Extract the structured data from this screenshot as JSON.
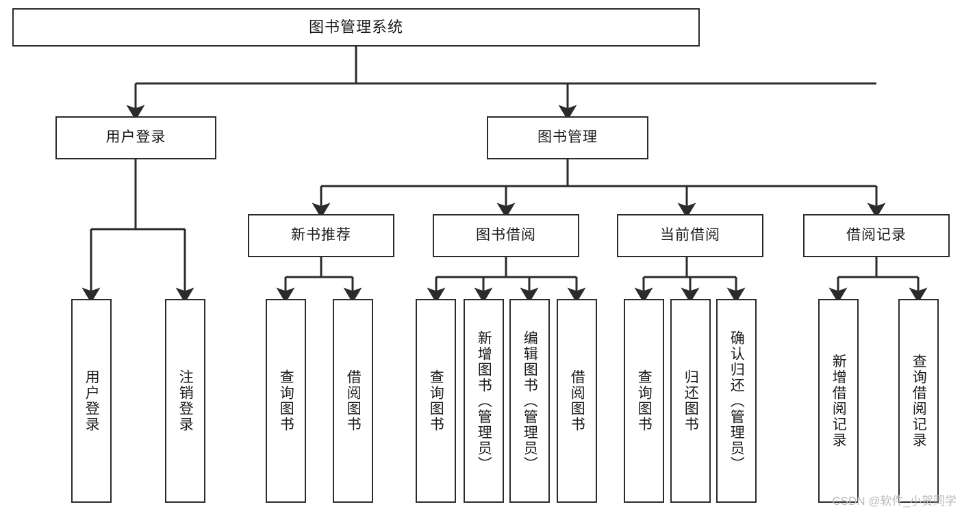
{
  "diagram": {
    "title": "图书管理系统",
    "type": "tree",
    "colors": {
      "border": "#2b2b2b",
      "background": "#ffffff",
      "text": "#1a1a1a",
      "watermark": "#b9b9b9"
    },
    "watermark": "CSDN @软件_小贺同学",
    "nodes": {
      "root": {
        "label": "图书管理系统"
      },
      "level2": [
        {
          "id": "user-login",
          "label": "用户登录"
        },
        {
          "id": "book-manage",
          "label": "图书管理"
        }
      ],
      "level3": [
        {
          "id": "new-book-recommend",
          "label": "新书推荐"
        },
        {
          "id": "book-borrow",
          "label": "图书借阅"
        },
        {
          "id": "current-borrow",
          "label": "当前借阅"
        },
        {
          "id": "borrow-record",
          "label": "借阅记录"
        }
      ],
      "leaves": {
        "user-login": [
          {
            "id": "leaf-user-login",
            "label": "用户登录"
          },
          {
            "id": "leaf-user-logout",
            "label": "注销登录"
          }
        ],
        "new-book-recommend": [
          {
            "id": "leaf-query-book-1",
            "label": "查询图书"
          },
          {
            "id": "leaf-borrow-book-1",
            "label": "借阅图书"
          }
        ],
        "book-borrow": [
          {
            "id": "leaf-query-book-2",
            "label": "查询图书"
          },
          {
            "id": "leaf-add-book",
            "label": "新增图书（管理员）"
          },
          {
            "id": "leaf-edit-book",
            "label": "编辑图书（管理员）"
          },
          {
            "id": "leaf-borrow-book-2",
            "label": "借阅图书"
          }
        ],
        "current-borrow": [
          {
            "id": "leaf-query-book-3",
            "label": "查询图书"
          },
          {
            "id": "leaf-return-book",
            "label": "归还图书"
          },
          {
            "id": "leaf-confirm-return",
            "label": "确认归还（管理员）"
          }
        ],
        "borrow-record": [
          {
            "id": "leaf-add-record",
            "label": "新增借阅记录"
          },
          {
            "id": "leaf-query-record",
            "label": "查询借阅记录"
          }
        ]
      }
    }
  }
}
